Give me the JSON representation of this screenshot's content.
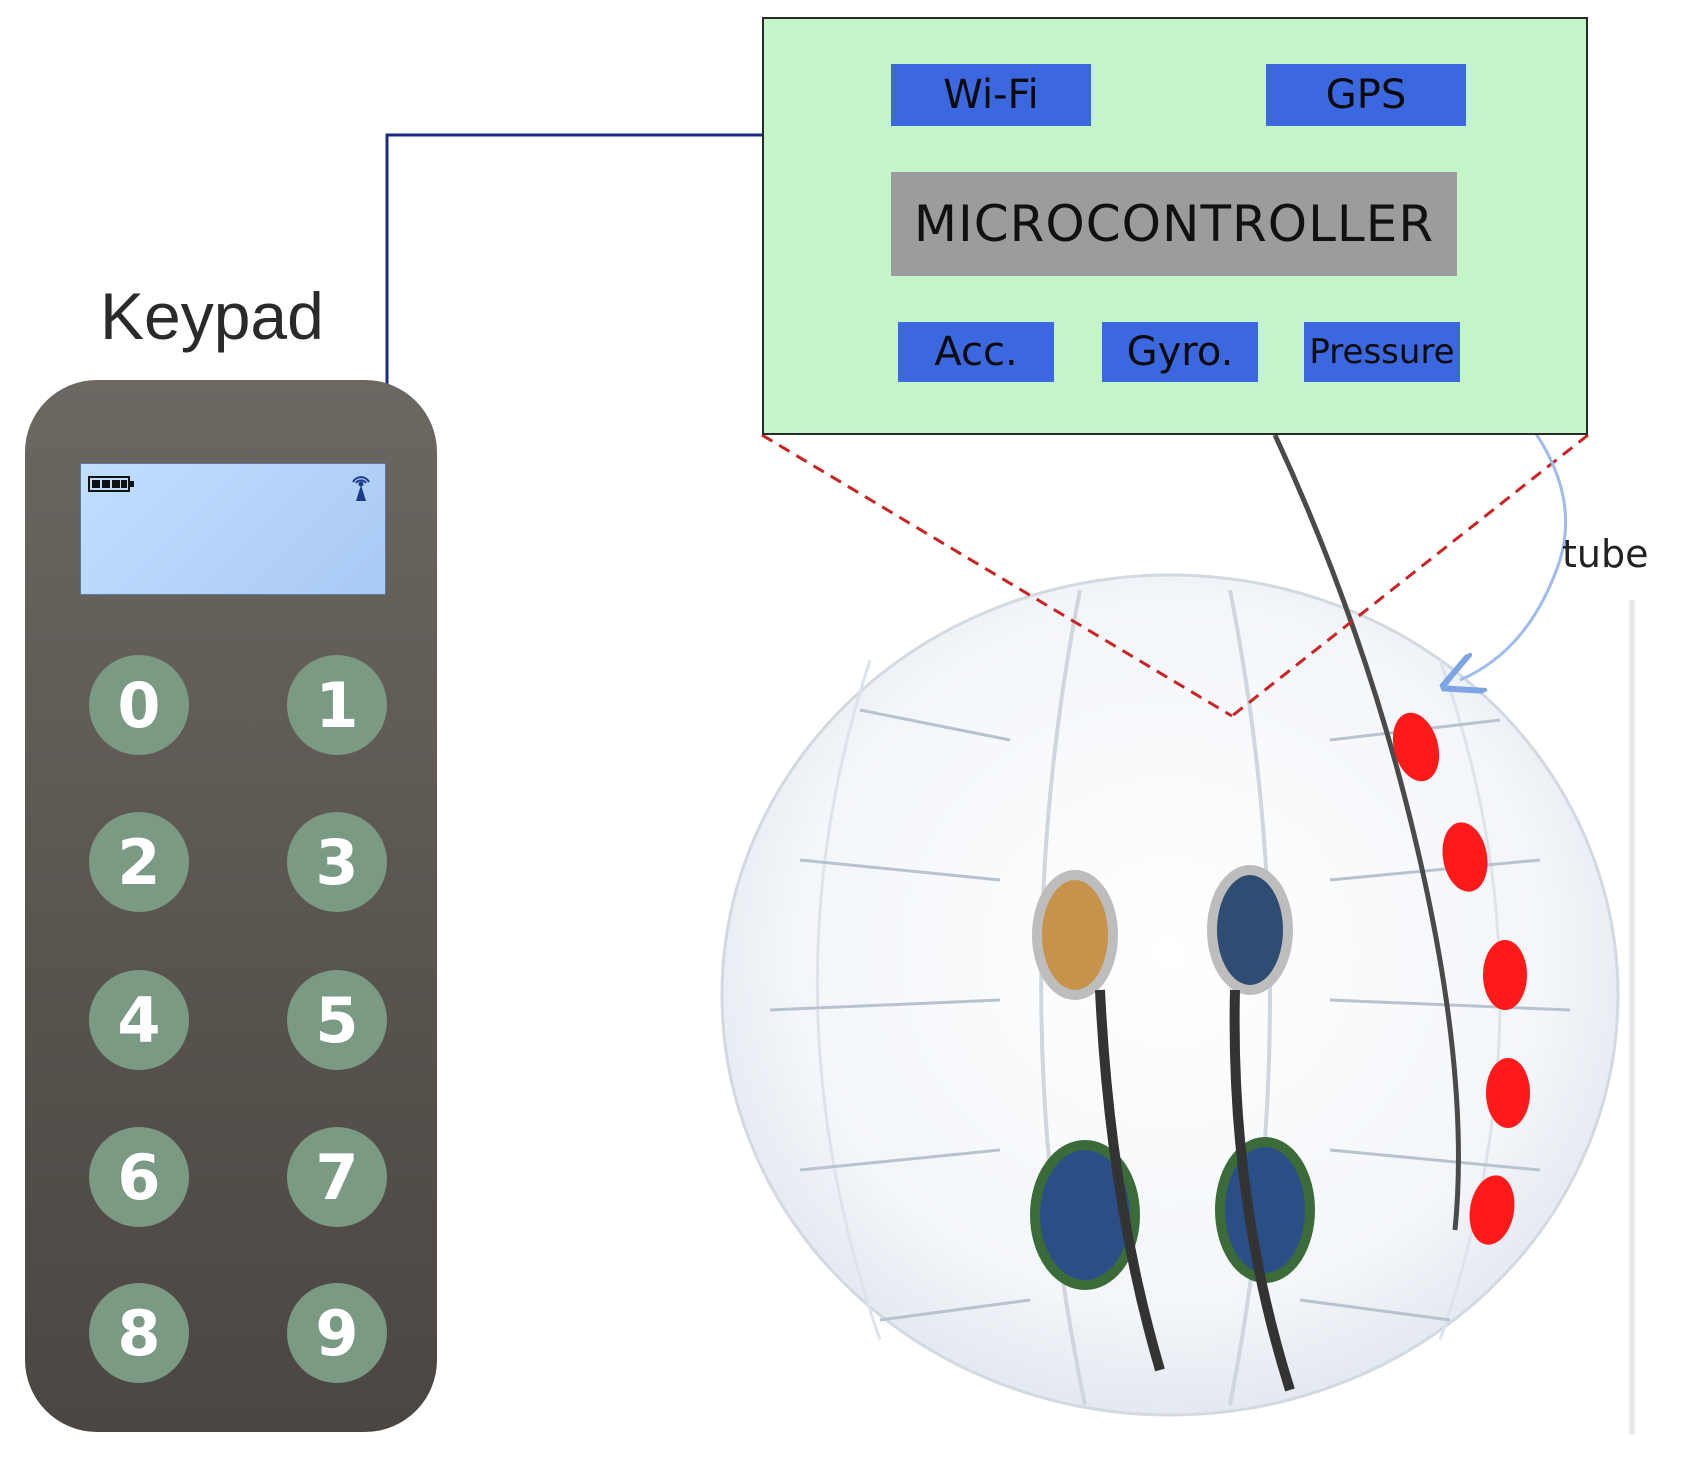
{
  "keypad": {
    "title": "Keypad",
    "keys": [
      "0",
      "1",
      "2",
      "3",
      "4",
      "5",
      "6",
      "7",
      "8",
      "9"
    ]
  },
  "controller": {
    "wifi": "Wi-Fi",
    "gps": "GPS",
    "microcontroller": "MICROCONTROLLER",
    "acc": "Acc.",
    "gyro": "Gyro.",
    "pressure": "Pressure"
  },
  "tube_label": "tube",
  "colors": {
    "panel_bg": "#c3f5c8",
    "module_blue": "#3b68df",
    "microcontroller_gray": "#9c9c9c",
    "keypad_body": "#5c5651",
    "key_green": "#7b9a84",
    "sensor_red": "#ff1a1a",
    "zoom_lines": "#cc2222",
    "cable_blue": "#1a2a8a"
  },
  "icons": [
    "battery-icon",
    "antenna-icon"
  ]
}
